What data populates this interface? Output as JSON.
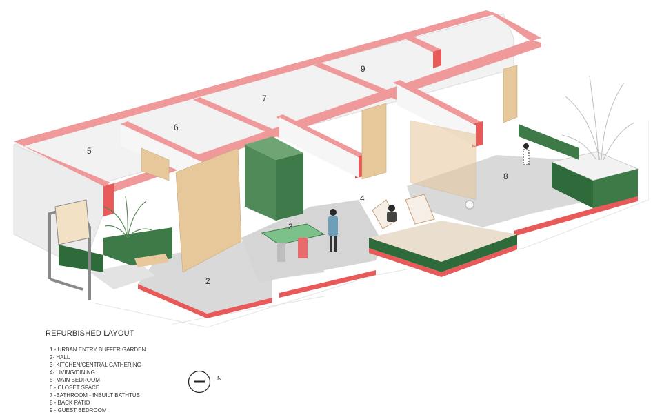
{
  "legend": {
    "title": "REFURBISHED LAYOUT",
    "items": [
      "1 - URBAN ENTRY BUFFER GARDEN",
      "2- HALL",
      "3- KITCHEN/CENTRAL GATHERING",
      "4- LIVING/DINING",
      "5- MAIN BEDROOM",
      "6 - CLOSET SPACE",
      "7 -BATHROOM - INBUILT BATHTUB",
      "8 - BACK PATIO",
      "9 - GUEST BEDROOM"
    ]
  },
  "compass": {
    "label": "N"
  },
  "rooms": {
    "r2": "2",
    "r3": "3",
    "r4": "4",
    "r5": "5",
    "r6": "6",
    "r7": "7",
    "r8": "8",
    "r9": "9"
  },
  "colors": {
    "wall_top": "#f0999a",
    "wall_cut": "#e85a5a",
    "wall_face": "#f2f2f2",
    "floor": "#d9d9d9",
    "timber": "#e6c89a",
    "tile_green": "#2f6b3a",
    "cabinet_green": "#4f8a58",
    "frame_grey": "#8a8a8a"
  }
}
